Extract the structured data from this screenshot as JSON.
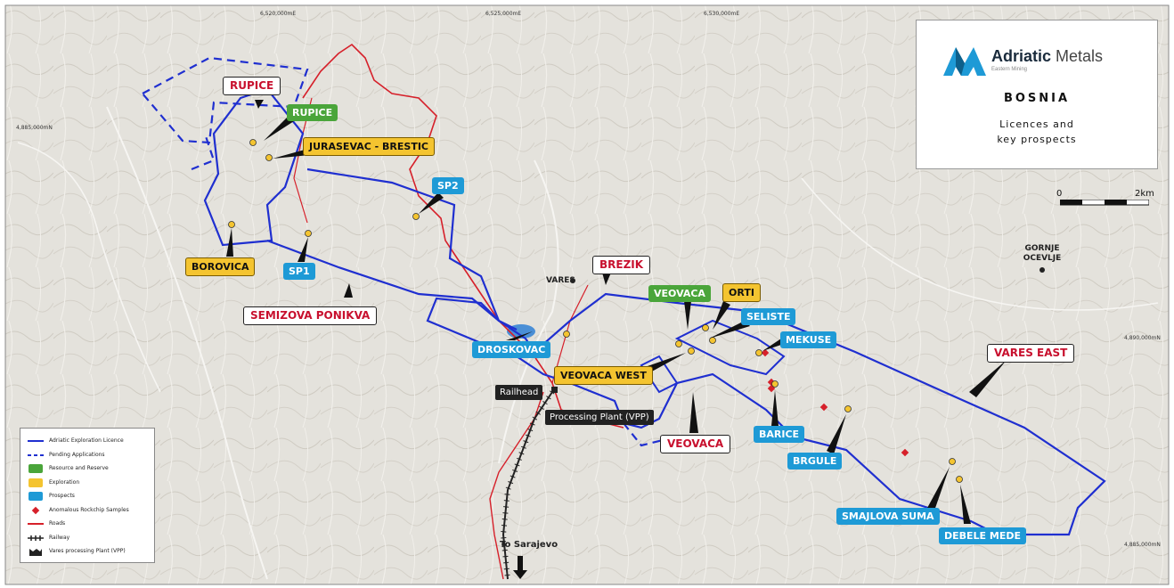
{
  "title_box": {
    "brand_bold": "Adriatic",
    "brand_rest": " Metals",
    "brand_sub": "Eastern Mining",
    "region": "BOSNIA",
    "subtitle_line1": "Licences and",
    "subtitle_line2": "key prospects",
    "logo_color": "#1e9ad6"
  },
  "scale": {
    "left": "0",
    "right": "2km"
  },
  "grid_labels": {
    "top1": "6,520,000mE",
    "top2": "6,525,000mE",
    "top3": "6,530,000mE",
    "left1": "4,885,000mN",
    "right1": "4,890,000mN",
    "right2": "4,885,000mN"
  },
  "labels": {
    "rupice_red": "RUPICE",
    "rupice_green": "RUPICE",
    "jurasevac": "JURASEVAC - BRESTIC",
    "sp2": "SP2",
    "borovica": "BOROVICA",
    "sp1": "SP1",
    "semizova": "SEMIZOVA PONIKVA",
    "brezik": "BREZIK",
    "veovaca_green": "VEOVACA",
    "orti": "ORTI",
    "seliste": "SELISTE",
    "mekuse": "MEKUSE",
    "droskovac": "DROSKOVAC",
    "veovaca_west": "VEOVACA WEST",
    "railhead": "Railhead",
    "processing": "Processing Plant (VPP)",
    "veovaca_red": "VEOVACA",
    "barice": "BARICE",
    "brgule": "BRGULE",
    "vares_east": "VARES EAST",
    "smajlova": "SMAJLOVA SUMA",
    "debele": "DEBELE MEDE",
    "to_sarajevo": "To Sarajevo"
  },
  "places": {
    "vares": "VARES",
    "gornje_1": "GORNJE",
    "gornje_2": "OCEVLJE"
  },
  "legend": [
    {
      "symbol": "solid-line",
      "label": "Adriatic Exploration Licence",
      "color": "#1f2fd0"
    },
    {
      "symbol": "dashed-line",
      "label": "Pending Applications",
      "color": "#1f2fd0"
    },
    {
      "symbol": "green-box",
      "label": "Resource and Reserve",
      "color": "#4aa53a"
    },
    {
      "symbol": "yellow-box",
      "label": "Exploration",
      "color": "#f4c430"
    },
    {
      "symbol": "blue-box",
      "label": "Prospects",
      "color": "#1e9ad6"
    },
    {
      "symbol": "red-diamond",
      "label": "Anomalous Rockchip Samples",
      "color": "#d6202a"
    },
    {
      "symbol": "red-line",
      "label": "Roads",
      "color": "#d6202a"
    },
    {
      "symbol": "railway",
      "label": "Railway",
      "color": "#222222"
    },
    {
      "symbol": "plant",
      "label": "Vares processing Plant (VPP)",
      "color": "#222222"
    }
  ],
  "colors": {
    "licence": "#1f2fd0",
    "road": "#d6202a",
    "terrain": "#e4e2dc",
    "lake": "#4a8fd6"
  }
}
